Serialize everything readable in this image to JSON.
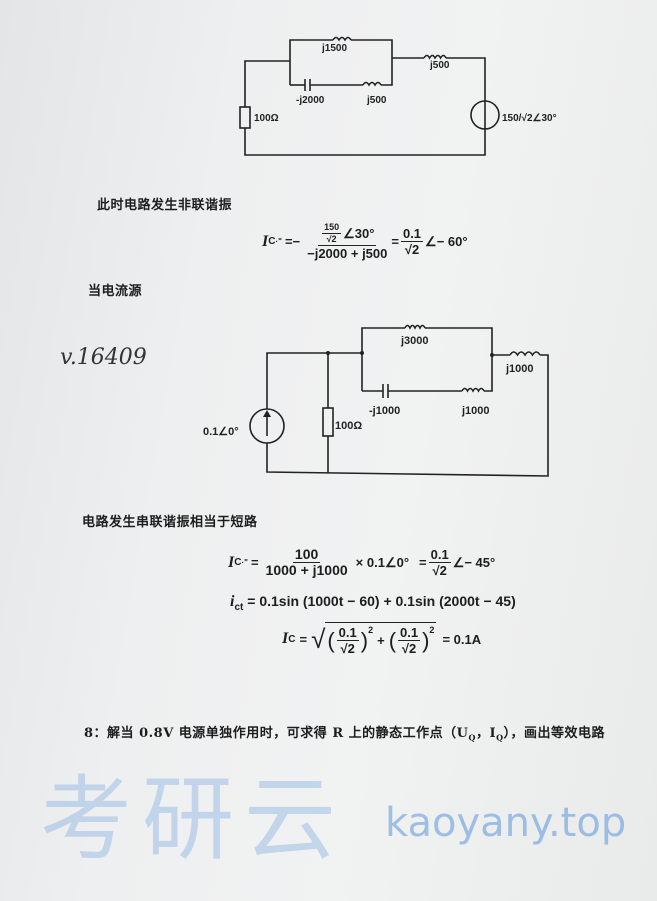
{
  "circuit1": {
    "labels": {
      "l_top": "j1500",
      "c_bottom": "-j2000",
      "l_bottom": "j500",
      "l_series": "j500",
      "resistor": "100Ω",
      "source": "150/√2∠30°"
    }
  },
  "text1": "此时电路发生非联谐振",
  "eq1": {
    "lhs": "I",
    "sub": "C",
    "sup": "·\"",
    "eq": "=−",
    "num_top": "150",
    "num_den": "√2",
    "num_angle": "∠30°",
    "den": "−j2000 + j500",
    "eq2": "=",
    "r_num": "0.1",
    "r_den": "√2",
    "r_angle": "∠− 60°"
  },
  "text2": "当电流源",
  "circuit2": {
    "labels": {
      "source": "0.1∠0°",
      "resistor": "100Ω",
      "l_top": "j3000",
      "c_bottom": "-j1000",
      "l_bottom": "j1000",
      "l_series": "j1000"
    }
  },
  "text3": "电路发生串联谐振相当于短路",
  "eq2": {
    "lhs": "I",
    "sub": "C",
    "sup": "·\"",
    "eq": "=",
    "num": "100",
    "den": "1000 + j1000",
    "mult": "× 0.1∠0°",
    "eq2": "=",
    "r_num": "0.1",
    "r_den": "√2",
    "r_angle": "∠− 45°"
  },
  "eq3": {
    "lhs": "i",
    "sub": "ct",
    "rhs": "= 0.1sin (1000t − 60) + 0.1sin (2000t − 45)"
  },
  "eq4": {
    "lhs": "I",
    "sub": "C",
    "eq": "=",
    "num": "0.1",
    "den": "√2",
    "exp": "2",
    "plus": "+",
    "result": "= 0.1A"
  },
  "text4": "8：解当 0.8V 电源单独作用时，可求得 R 上的静态工作点（U",
  "text4_sub1": "Q",
  "text4_mid": "，I",
  "text4_sub2": "Q",
  "text4_end": "），画出等效电路",
  "watermark": {
    "chinese": "考研云",
    "url": "kaoyany.top",
    "handwritten": "v.16409"
  }
}
